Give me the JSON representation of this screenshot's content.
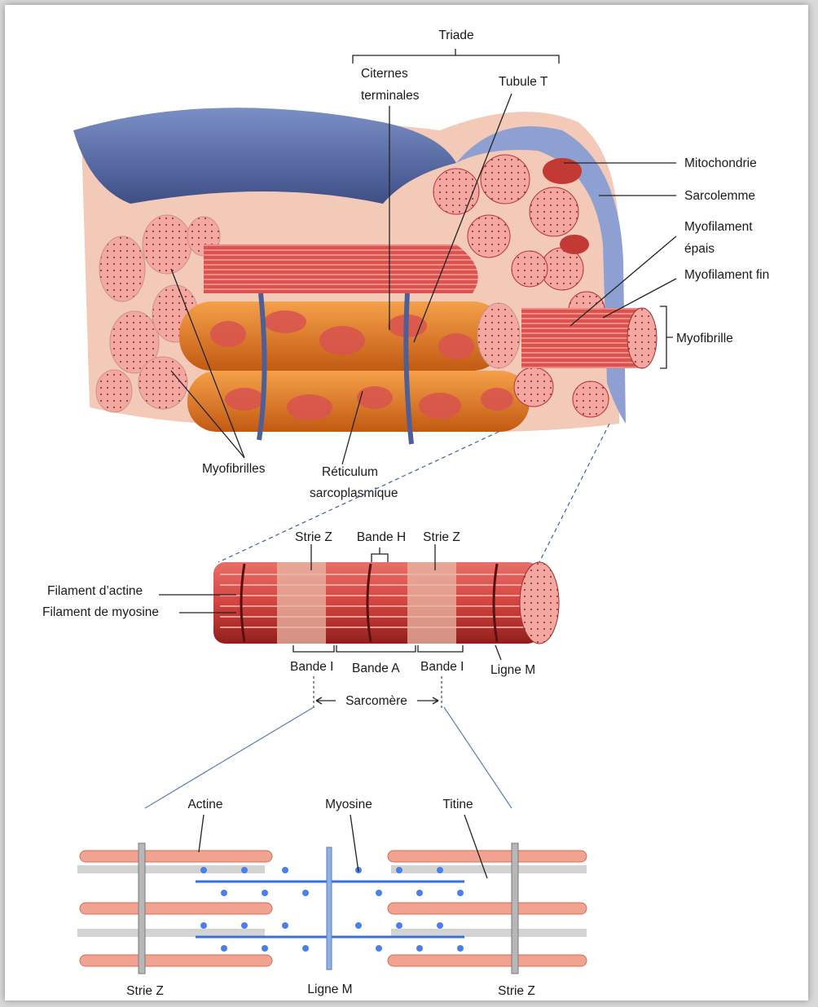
{
  "figure": {
    "labels": {
      "triade": "Triade",
      "citernes_terminales_1": "Citernes",
      "citernes_terminales_2": "terminales",
      "tubule_t": "Tubule T",
      "mitochondrie": "Mitochondrie",
      "sarcolemme": "Sarcolemme",
      "myofilament_epais_1": "Myofilament",
      "myofilament_epais_2": "épais",
      "myofilament_fin": "Myofilament fin",
      "myofibrille": "Myofibrille",
      "myofibrilles": "Myofibrilles",
      "reticulum_1": "Réticulum",
      "reticulum_2": "sarcoplasmique"
    },
    "fibril_labels": {
      "strie_z_left": "Strie Z",
      "bande_h": "Bande H",
      "strie_z_right": "Strie Z",
      "filament_actine": "Filament d’actine",
      "filament_myosine": "Filament de myosine",
      "bande_i_left": "Bande I",
      "bande_a": "Bande A",
      "bande_i_right": "Bande I",
      "ligne_m": "Ligne M",
      "sarcomere": "Sarcomère"
    },
    "sarcomere_labels": {
      "actine": "Actine",
      "myosine": "Myosine",
      "titine": "Titine",
      "strie_z_left": "Strie Z",
      "ligne_m": "Ligne M",
      "strie_z_right": "Strie Z"
    },
    "colors": {
      "muscle_red": "#d9534f",
      "muscle_pink": "#f2a3a0",
      "reticulum_orange": "#e67e22",
      "sarcolemma_blue": "#5b6fa6",
      "myosin_blue": "#3a6fd8",
      "actin_salmon": "#f0a08a"
    }
  }
}
